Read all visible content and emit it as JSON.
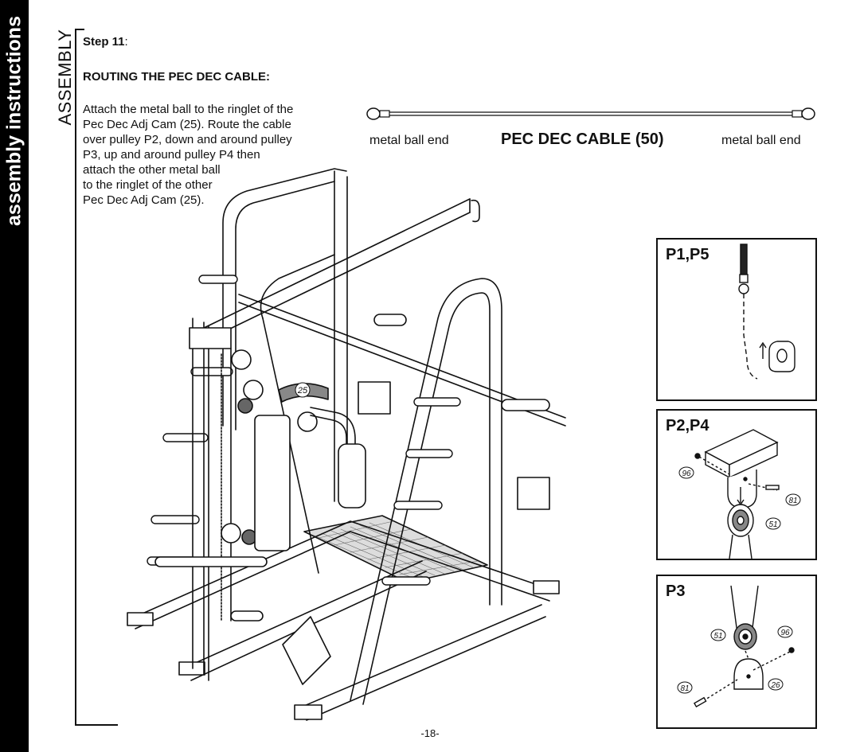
{
  "sidebar": {
    "text": "assembly instructions"
  },
  "section_label": "ASSEMBLY",
  "step": {
    "label": "Step 11",
    "suffix": ":"
  },
  "heading": "ROUTING THE PEC DEC CABLE:",
  "instructions": [
    "Attach the metal ball to the ringlet of the",
    "Pec Dec Adj Cam (25).  Route the cable",
    "over pulley P2, down and around pulley",
    "P3, up and around pulley P4 then",
    "attach the other metal ball",
    "to the ringlet of the other",
    "Pec Dec Adj Cam (25)."
  ],
  "cable": {
    "left_label": "metal ball end",
    "title": "PEC DEC CABLE  (50)",
    "right_label": "metal ball end"
  },
  "machine": {
    "cam_callout": "25"
  },
  "details": {
    "p1p5": {
      "title": "P1,P5"
    },
    "p2p4": {
      "title": "P2,P4",
      "callouts": [
        "96",
        "81",
        "51"
      ]
    },
    "p3": {
      "title": "P3",
      "callouts": [
        "51",
        "96",
        "81",
        "26"
      ]
    }
  },
  "page_number": "-18-"
}
